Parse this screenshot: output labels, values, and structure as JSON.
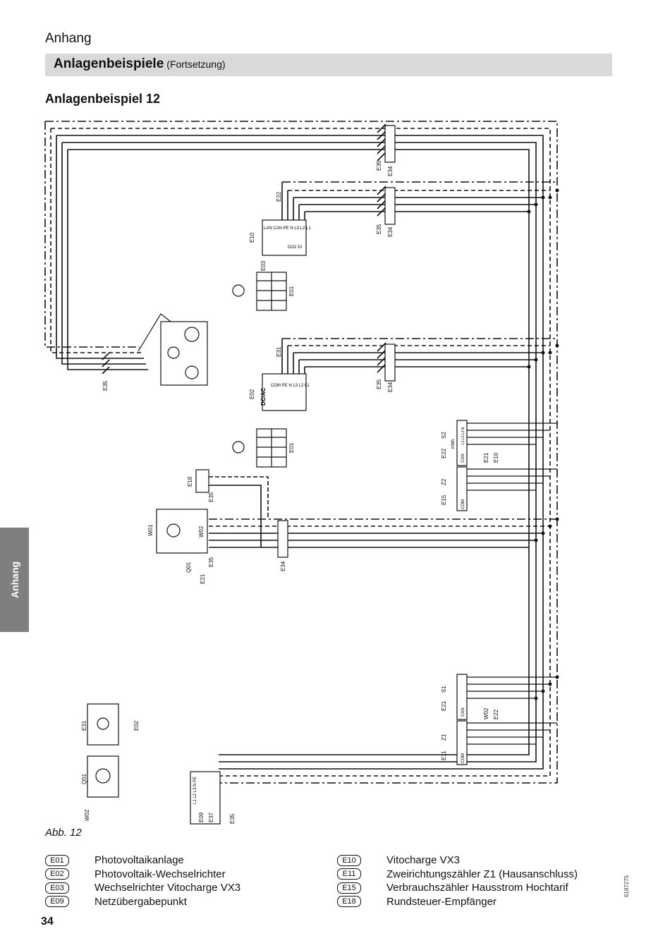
{
  "header": {
    "section": "Anhang",
    "title": "Anlagenbeispiele",
    "subtitle": "(Fortsetzung)"
  },
  "example_title": "Anlagenbeispiel 12",
  "side_tab": "Anhang",
  "diagram": {
    "labels": {
      "e35": "E35",
      "e34": "E34",
      "e22": "E22",
      "e10": "E10",
      "e03": "E03",
      "e01": "E01",
      "e31": "E31",
      "e02": "E02",
      "e18": "E18",
      "w01": "W01",
      "w02": "W02",
      "q01": "Q01",
      "e21": "E21",
      "s2": "S2",
      "z2": "Z2",
      "e15": "E15",
      "s1": "S1",
      "z1": "Z1",
      "e11": "E11",
      "e09": "E09",
      "e37": "E37"
    },
    "terminals": {
      "e10_top": "LAN CAN PE N L3 L2 L1",
      "e10_do": "DO1 DI",
      "e02_top": "COM PE N L3 L2 L1",
      "e02_name": "DC/AC",
      "kwh": "KWh",
      "meter_can": "CAN",
      "meter_com": "COM",
      "meter_phases": "L1 L2 L3 N",
      "e09_terms": "L1 L2 L3 N PE"
    }
  },
  "caption": "Abb. 12",
  "legend_left": [
    {
      "code": "E01",
      "text": "Photovoltaikanlage"
    },
    {
      "code": "E02",
      "text": "Photovoltaik-Wechselrichter"
    },
    {
      "code": "E03",
      "text": "Wechselrichter Vitocharge VX3"
    },
    {
      "code": "E09",
      "text": "Netzübergabepunkt"
    }
  ],
  "legend_right": [
    {
      "code": "E10",
      "text": "Vitocharge VX3"
    },
    {
      "code": "E11",
      "text": "Zweirichtungszähler Z1 (Hausanschluss)"
    },
    {
      "code": "E15",
      "text": "Verbrauchszähler Hausstrom Hochtarif"
    },
    {
      "code": "E18",
      "text": "Rundsteuer-Empfänger"
    }
  ],
  "page_number": "34",
  "doc_number": "6197275"
}
